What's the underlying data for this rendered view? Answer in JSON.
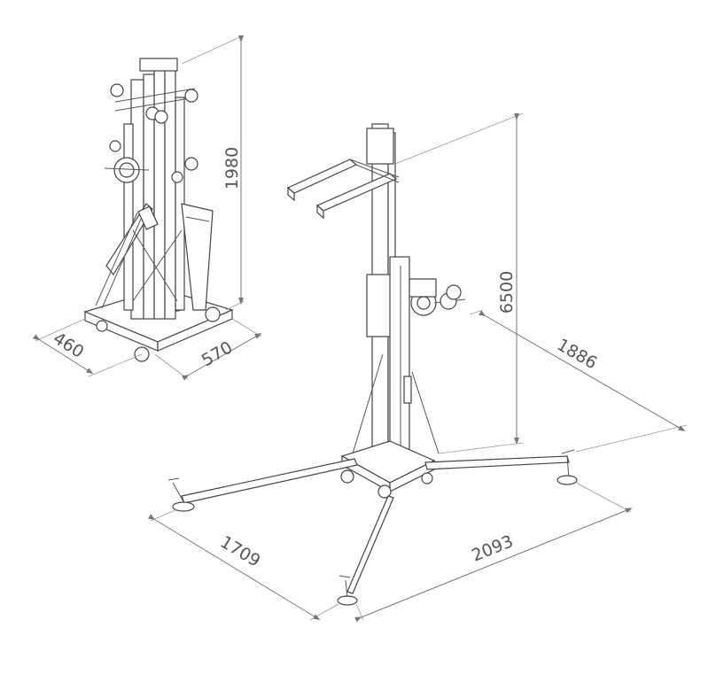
{
  "dimensions": {
    "folded_height": "1980",
    "folded_depth": "460",
    "folded_width": "570",
    "max_height": "6500",
    "leg_span_back": "1886",
    "leg_span_left": "1709",
    "leg_span_front": "2093"
  },
  "colors": {
    "line": "#444444",
    "dimension": "#777777",
    "text": "#555555"
  }
}
